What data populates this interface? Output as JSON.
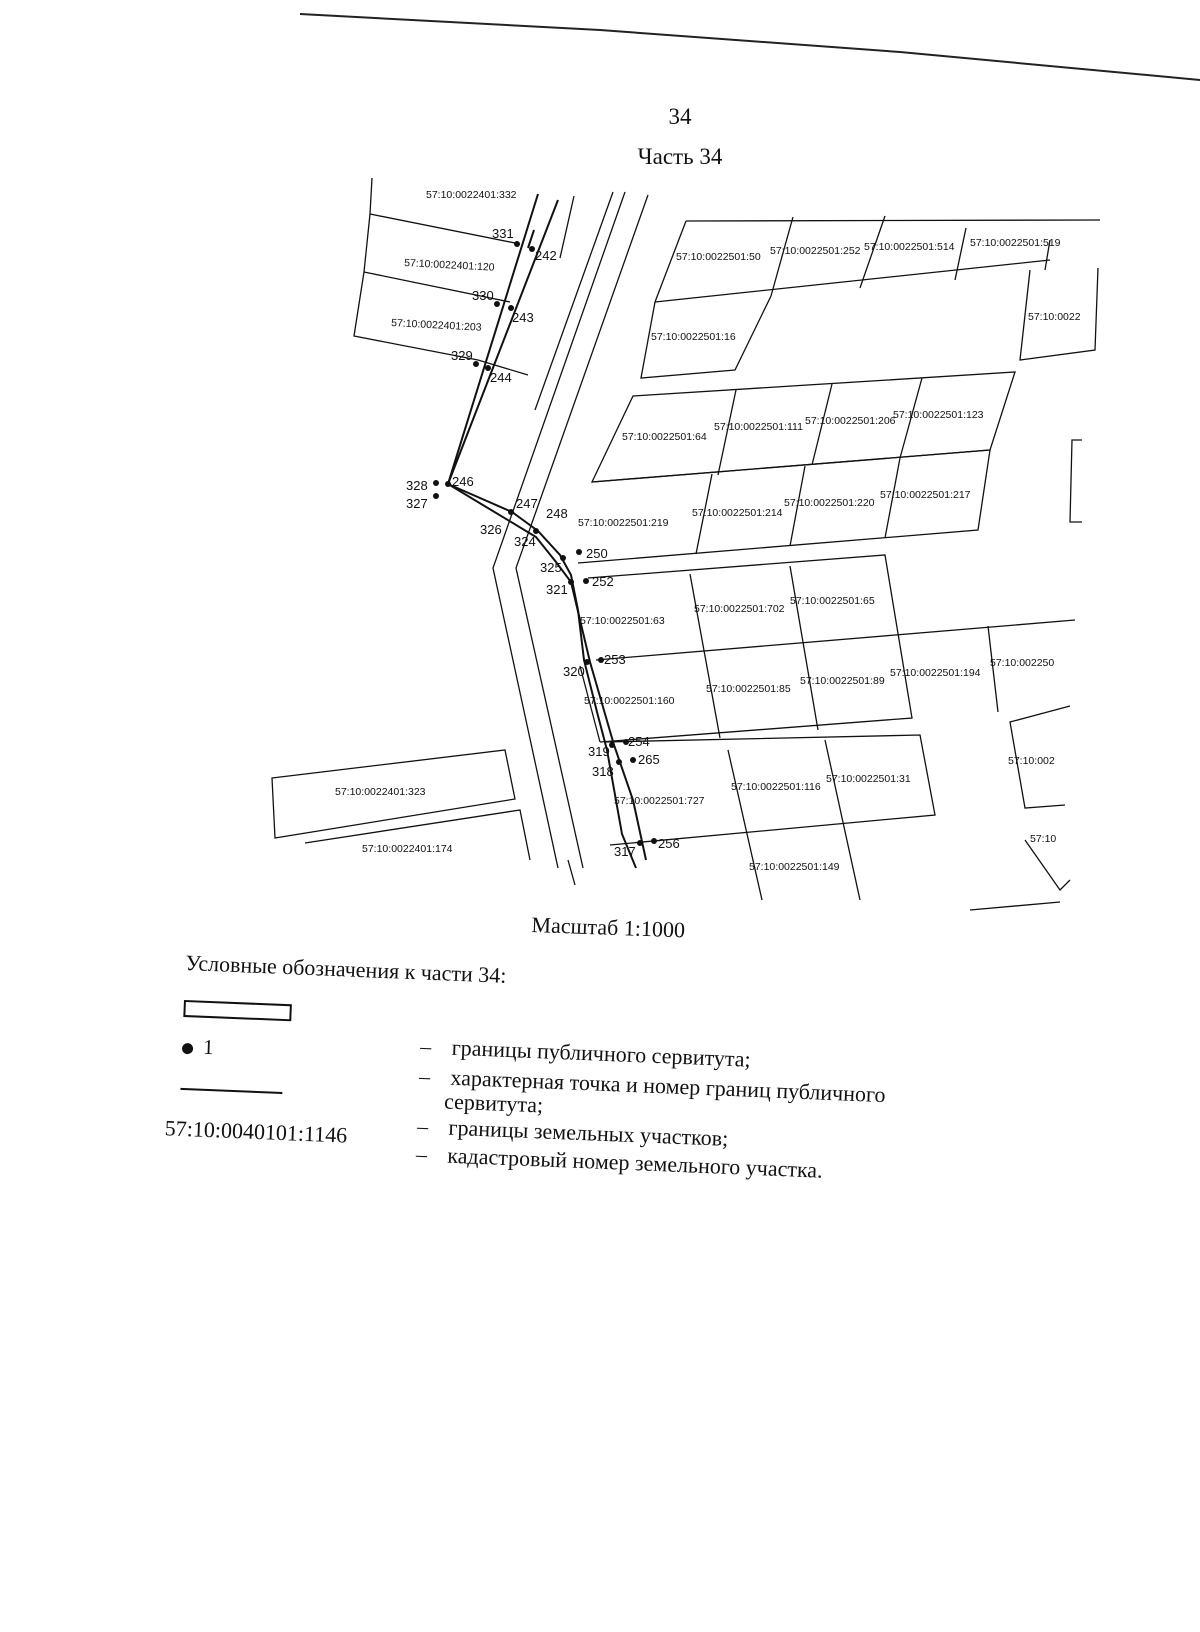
{
  "header": {
    "page_number": "34",
    "part_title": "Часть 34"
  },
  "map": {
    "cadastral_labels": [
      "57:10:0022401:332",
      "57:10:0022401:120",
      "57:10:0022401:203",
      "57:10:0022401:323",
      "57:10:0022401:174",
      "57:10:0022501:50",
      "57:10:0022501:252",
      "57:10:0022501:514",
      "57:10:0022501:519",
      "57:10:0022501:16",
      "57:10:0022501:64",
      "57:10:0022501:111",
      "57:10:0022501:206",
      "57:10:0022501:123",
      "57:10:0022501:219",
      "57:10:0022501:214",
      "57:10:0022501:220",
      "57:10:0022501:217",
      "57:10:0022501:702",
      "57:10:0022501:65",
      "57:10:0022501:63",
      "57:10:0022501:160",
      "57:10:0022501:85",
      "57:10:0022501:89",
      "57:10:0022501:194",
      "57:10:0022501:727",
      "57:10:0022501:116",
      "57:10:0022501:31",
      "57:10:0022501:149",
      "57:10:002250",
      "57:10:0022",
      "57:10:002",
      "57:10"
    ],
    "point_labels": [
      "331",
      "242",
      "330",
      "243",
      "329",
      "244",
      "328",
      "327",
      "246",
      "326",
      "324",
      "247",
      "248",
      "325",
      "250",
      "321",
      "252",
      "320",
      "253",
      "319",
      "254",
      "318",
      "265",
      "317",
      "256"
    ]
  },
  "scale": {
    "label": "Масштаб 1:1000"
  },
  "legend": {
    "title": "Условные обозначения к части 34:",
    "point_symbol_number": "1",
    "cadastral_example": "57:10:0040101:1146",
    "dash": "–",
    "items": [
      {
        "lines": [
          "границы публичного сервитута;"
        ]
      },
      {
        "lines": [
          "характерная точка и номер границ публичного",
          "сервитута;"
        ]
      },
      {
        "lines": [
          "границы земельных участков;"
        ]
      },
      {
        "lines": [
          "кадастровый номер земельного участка."
        ]
      }
    ]
  }
}
